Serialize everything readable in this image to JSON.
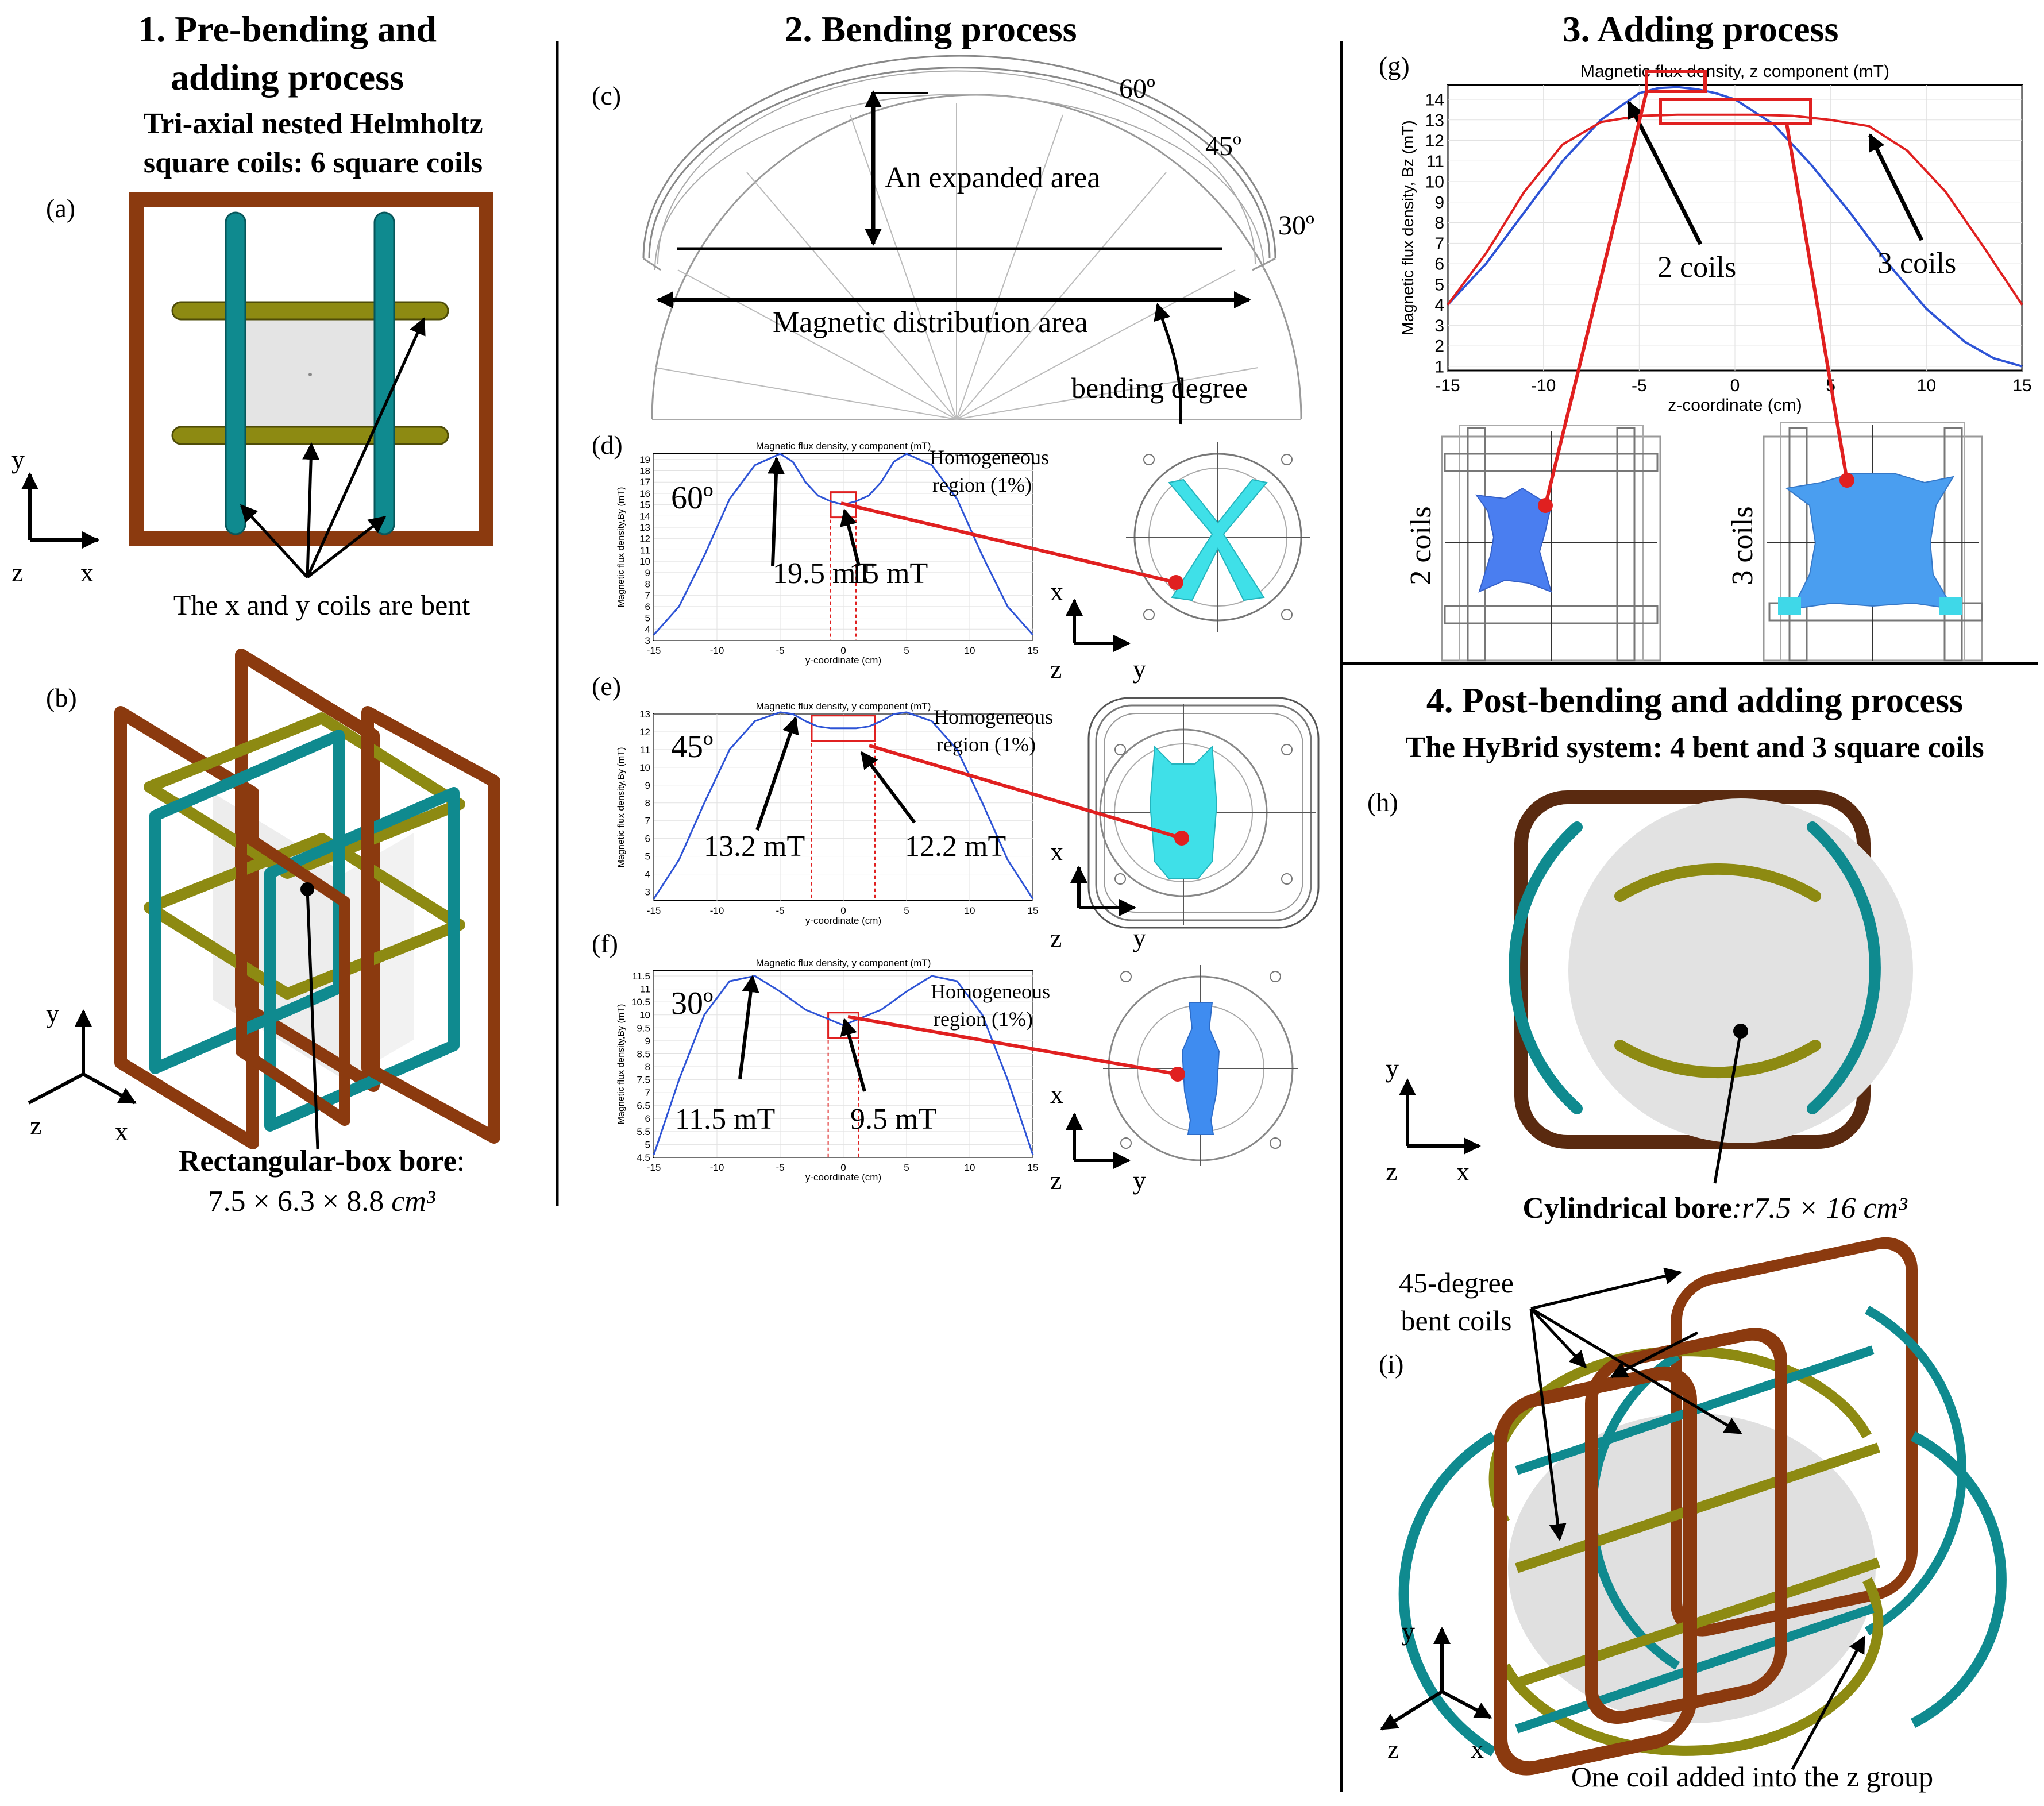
{
  "section1": {
    "title_l1": "1. Pre-bending and",
    "title_l2": "adding process",
    "sub_l1": "Tri-axial nested Helmholtz",
    "sub_l2": "square coils: 6 square coils",
    "label_a": "(a)",
    "label_b": "(b)",
    "caption_a": "The x and y coils are bent",
    "bore_label": "Rectangular-box bore",
    "bore_colon": ":",
    "bore_dims": "7.5 × 6.3 × 8.8",
    "bore_unit": "cm³"
  },
  "section2": {
    "title": "2. Bending process",
    "label_c": "(c)",
    "label_d": "(d)",
    "label_e": "(e)",
    "label_f": "(f)",
    "deg60": "60º",
    "deg45": "45º",
    "deg30": "30º",
    "expanded_area": "An expanded area",
    "distribution_area": "Magnetic distribution area",
    "bending_degree": "bending degree"
  },
  "section3": {
    "title": "3. Adding process",
    "label_g": "(g)",
    "two_coils": "2 coils",
    "three_coils": "3 coils"
  },
  "section4": {
    "title": "4. Post-bending and adding process",
    "subtitle": "The HyBrid system: 4 bent and 3 square coils",
    "label_h": "(h)",
    "label_i": "(i)",
    "bore_label": "Cylindrical bore",
    "bore_dims": ":r7.5 × 16",
    "bore_unit": "cm³",
    "bent_l1": "45-degree",
    "bent_l2": "bent coils",
    "added_caption": "One coil added into the z group"
  },
  "axes_labels": {
    "x": "x",
    "y": "y",
    "z": "z"
  },
  "colors": {
    "z_coil": "#8b3a0f",
    "x_coil": "#0f8a8f",
    "y_coil": "#8d8a12",
    "blue_curve": "#2e54d6",
    "red_curve": "#e02020",
    "iso_cyan": "#3fe0e8",
    "iso_blue": "#3f8cf0"
  },
  "chart_data": [
    {
      "id": "d",
      "type": "line",
      "panel_angle": "60º",
      "title": "Magnetic flux density, y component (mT)",
      "xlabel": "y-coordinate (cm)",
      "ylabel": "Magnetic flux density,By (mT)",
      "xlim": [
        -15,
        15
      ],
      "ylim": [
        3,
        19.5
      ],
      "xticks": [
        "-15",
        "-10",
        "-5",
        "0",
        "5",
        "10",
        "15"
      ],
      "yticks": [
        "3",
        "4",
        "5",
        "6",
        "7",
        "8",
        "9",
        "10",
        "11",
        "12",
        "13",
        "14",
        "15",
        "16",
        "17",
        "18",
        "19"
      ],
      "homogeneous_label_l1": "Homogeneous",
      "homogeneous_label_l2": "region (1%)",
      "peak_label": "19.5 mT",
      "center_label": "15 mT",
      "homog_x": [
        -1.0,
        1.0
      ],
      "series": [
        {
          "x": [
            -15,
            -13,
            -11,
            -9,
            -7,
            -5,
            -4,
            -3,
            -2,
            -1,
            0,
            1,
            2,
            3,
            4,
            5,
            7,
            9,
            11,
            13,
            15
          ],
          "values": [
            3.5,
            6,
            10.5,
            15.5,
            18.5,
            19.5,
            18.8,
            17,
            15.8,
            15.3,
            15,
            15.3,
            15.8,
            17,
            18.8,
            19.5,
            18.5,
            15.5,
            10.5,
            6,
            3.5
          ]
        }
      ]
    },
    {
      "id": "e",
      "type": "line",
      "panel_angle": "45º",
      "title": "Magnetic flux density, y component (mT)",
      "xlabel": "y-coordinate (cm)",
      "ylabel": "Magnetic flux density,By (mT)",
      "xlim": [
        -15,
        15
      ],
      "ylim": [
        2.5,
        13
      ],
      "xticks": [
        "-15",
        "-10",
        "-5",
        "0",
        "5",
        "10",
        "15"
      ],
      "yticks": [
        "3",
        "4",
        "5",
        "6",
        "7",
        "8",
        "9",
        "10",
        "11",
        "12",
        "13"
      ],
      "homogeneous_label_l1": "Homogeneous",
      "homogeneous_label_l2": "region (1%)",
      "peak_label": "13.2 mT",
      "center_label": "12.2 mT",
      "homog_x": [
        -2.5,
        2.5
      ],
      "series": [
        {
          "x": [
            -15,
            -13,
            -11,
            -9,
            -7,
            -5,
            -4,
            -3,
            -2,
            -1,
            0,
            1,
            2,
            3,
            4,
            5,
            7,
            9,
            11,
            13,
            15
          ],
          "values": [
            2.6,
            4.8,
            8,
            11,
            12.6,
            13.1,
            13,
            12.6,
            12.3,
            12.2,
            12.2,
            12.2,
            12.3,
            12.6,
            13,
            13.1,
            12.6,
            11,
            8,
            4.8,
            2.6
          ]
        }
      ]
    },
    {
      "id": "f",
      "type": "line",
      "panel_angle": "30º",
      "title": "Magnetic flux density, y component (mT)",
      "xlabel": "y-coordinate (cm)",
      "ylabel": "Magnetic flux density,By (mT)",
      "xlim": [
        -15,
        15
      ],
      "ylim": [
        4.5,
        11.7
      ],
      "xticks": [
        "-15",
        "-10",
        "-5",
        "0",
        "5",
        "10",
        "15"
      ],
      "yticks": [
        "4.5",
        "5",
        "5.5",
        "6",
        "6.5",
        "7",
        "7.5",
        "8",
        "8.5",
        "9",
        "9.5",
        "10",
        "10.5",
        "11",
        "11.5"
      ],
      "homogeneous_label_l1": "Homogeneous",
      "homogeneous_label_l2": "region (1%)",
      "peak_label": "11.5 mT",
      "center_label": "9.5 mT",
      "homog_x": [
        -1.2,
        1.2
      ],
      "series": [
        {
          "x": [
            -15,
            -13,
            -11,
            -9,
            -7,
            -5,
            -3,
            -1,
            0,
            1,
            3,
            5,
            7,
            9,
            11,
            13,
            15
          ],
          "values": [
            4.6,
            7.5,
            10,
            11.3,
            11.5,
            10.9,
            10.2,
            9.8,
            9.6,
            9.8,
            10.2,
            10.9,
            11.5,
            11.3,
            10,
            7.5,
            4.6
          ]
        }
      ]
    },
    {
      "id": "g",
      "type": "line",
      "title": "Magnetic flux density, z component (mT)",
      "xlabel": "z-coordinate (cm)",
      "ylabel": "Magnetic flux density, Bz (mT)",
      "xlim": [
        -15,
        15
      ],
      "ylim": [
        0.8,
        14.7
      ],
      "xticks": [
        "-15",
        "-10",
        "-5",
        "0",
        "5",
        "10",
        "15"
      ],
      "yticks": [
        "1",
        "2",
        "3",
        "4",
        "5",
        "6",
        "7",
        "8",
        "9",
        "10",
        "11",
        "12",
        "13",
        "14"
      ],
      "series": [
        {
          "name": "2 coils",
          "color": "blue",
          "x": [
            -15,
            -13,
            -11,
            -9,
            -7,
            -5,
            -4,
            -3,
            -2,
            -1,
            0,
            2,
            4,
            6,
            8,
            10,
            12,
            13.5,
            15
          ],
          "values": [
            4,
            6,
            8.5,
            11,
            13,
            14.3,
            14.55,
            14.6,
            14.5,
            14.3,
            14,
            12.8,
            10.8,
            8.5,
            6,
            3.8,
            2.2,
            1.4,
            1
          ]
        },
        {
          "name": "3 coils",
          "color": "red",
          "x": [
            -15,
            -13,
            -11,
            -9,
            -7,
            -5,
            -3,
            -1,
            1,
            3,
            5,
            7,
            9,
            11,
            13,
            15
          ],
          "values": [
            4,
            6.5,
            9.5,
            11.8,
            12.9,
            13.2,
            13.25,
            13.25,
            13.25,
            13.2,
            13,
            12.7,
            11.5,
            9.5,
            6.8,
            4
          ]
        }
      ]
    }
  ]
}
